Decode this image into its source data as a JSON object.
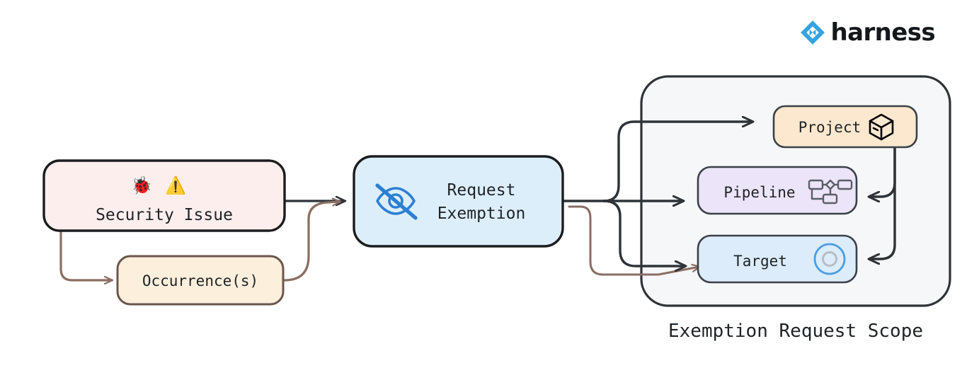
{
  "brand": {
    "name": "harness",
    "logo_icon": "harness-diamond-logo",
    "logo_color": "#34a3e0"
  },
  "diagram": {
    "title_caption": "Exemption Request Scope",
    "nodes": {
      "security_issue": {
        "label": "Security Issue",
        "icons": [
          "bug-icon",
          "warning-triangle-icon"
        ],
        "fill": "#fdeeee",
        "stroke": "#1b1d1f"
      },
      "occurrences": {
        "label": "Occurrence(s)",
        "fill": "#fcefdc",
        "stroke": "#6b564c"
      },
      "request_exemption": {
        "label_line1": "Request",
        "label_line2": "Exemption",
        "icon": "eye-off-icon",
        "icon_color": "#2b7fd4",
        "fill": "#ddeefb",
        "stroke": "#1b1d1f"
      },
      "project": {
        "label": "Project",
        "icon": "cube-icon",
        "fill": "#fbe8cf",
        "stroke": "#3b4148"
      },
      "pipeline": {
        "label": "Pipeline",
        "icon": "pipeline-nodes-icon",
        "fill": "#ece4f8",
        "stroke": "#3b4148"
      },
      "target": {
        "label": "Target",
        "icon": "target-circles-icon",
        "icon_color": "#4a9fe0",
        "fill": "#dcecfa",
        "stroke": "#3b4148"
      }
    },
    "scope_container": {
      "fill": "#f5f7f9",
      "stroke": "#2e3338"
    },
    "edges": [
      {
        "from": "security_issue",
        "to": "request_exemption",
        "color": "#2e3338"
      },
      {
        "from": "security_issue",
        "to": "occurrences",
        "color": "#8a6e62"
      },
      {
        "from": "occurrences",
        "to": "request_exemption",
        "color": "#8a6e62"
      },
      {
        "from": "request_exemption",
        "to": "project",
        "color": "#2e3338"
      },
      {
        "from": "request_exemption",
        "to": "pipeline",
        "color": "#2e3338"
      },
      {
        "from": "request_exemption",
        "to": "target",
        "color": "#2e3338"
      },
      {
        "from": "occurrences",
        "to": "target",
        "color": "#8a6e62"
      },
      {
        "from": "project",
        "to": "pipeline",
        "color": "#2e3338"
      },
      {
        "from": "project",
        "to": "target",
        "color": "#2e3338"
      }
    ]
  }
}
